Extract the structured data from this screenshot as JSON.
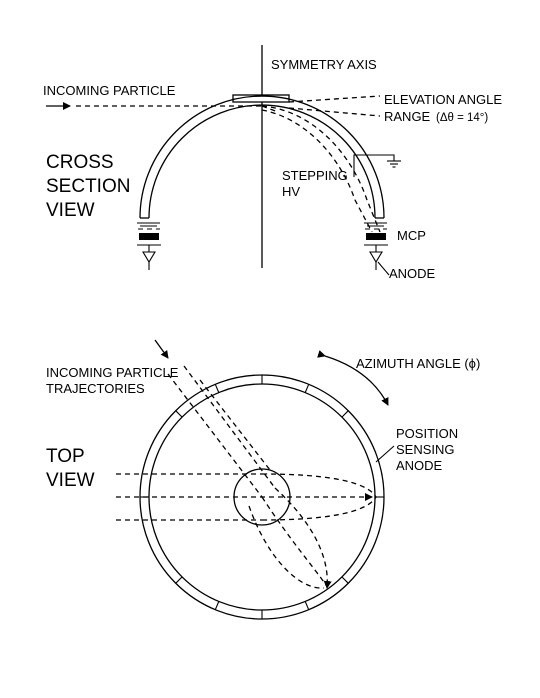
{
  "cross_section": {
    "symmetry_axis": "SYMMETRY AXIS",
    "incoming_particle": "INCOMING PARTICLE",
    "elevation_angle": "ELEVATION ANGLE",
    "range": "RANGE",
    "range_value": "(Δθ = 14°)",
    "view_title_line1": "CROSS",
    "view_title_line2": "SECTION",
    "view_title_line3": "VIEW",
    "stepping": "STEPPING",
    "hv": "HV",
    "mcp": "MCP",
    "anode": "ANODE"
  },
  "top_view": {
    "trajectories_line1": "INCOMING PARTICLE",
    "trajectories_line2": "TRAJECTORIES",
    "azimuth": "AZIMUTH ANGLE (ϕ)",
    "position_line1": "POSITION",
    "position_line2": "SENSING",
    "position_line3": "ANODE",
    "view_title_line1": "TOP",
    "view_title_line2": "VIEW"
  }
}
